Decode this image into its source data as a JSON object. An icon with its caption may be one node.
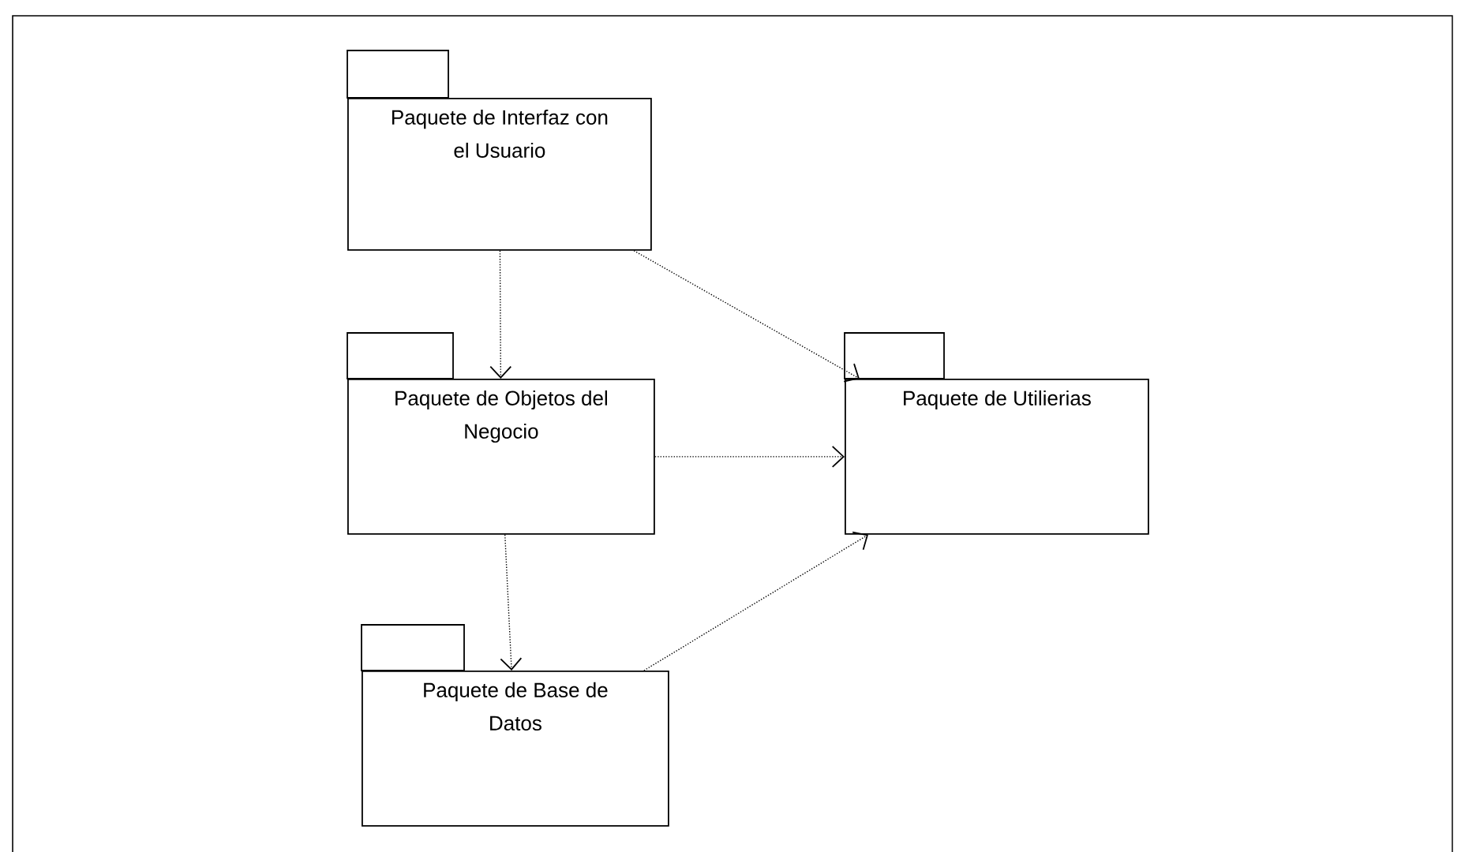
{
  "diagram": {
    "nodes": [
      {
        "text": [
          "Paquete de Interfaz con el Usuario"
        ]
      },
      {
        "text": [
          "Paquete de Objetos del Negocio"
        ]
      },
      {
        "text": [
          "Paquete de Base de Datos"
        ]
      },
      {
        "text": [
          "Paquete de Utilierias"
        ]
      }
    ],
    "edges": [
      {
        "from": 0,
        "to": 1,
        "arrow": "to"
      },
      {
        "from": 0,
        "to": 3,
        "arrow": "to"
      },
      {
        "from": 1,
        "to": 3,
        "arrow": "to"
      },
      {
        "from": 1,
        "to": 2,
        "arrow": "to"
      },
      {
        "from": 2,
        "to": 3,
        "arrow": "to"
      }
    ]
  }
}
